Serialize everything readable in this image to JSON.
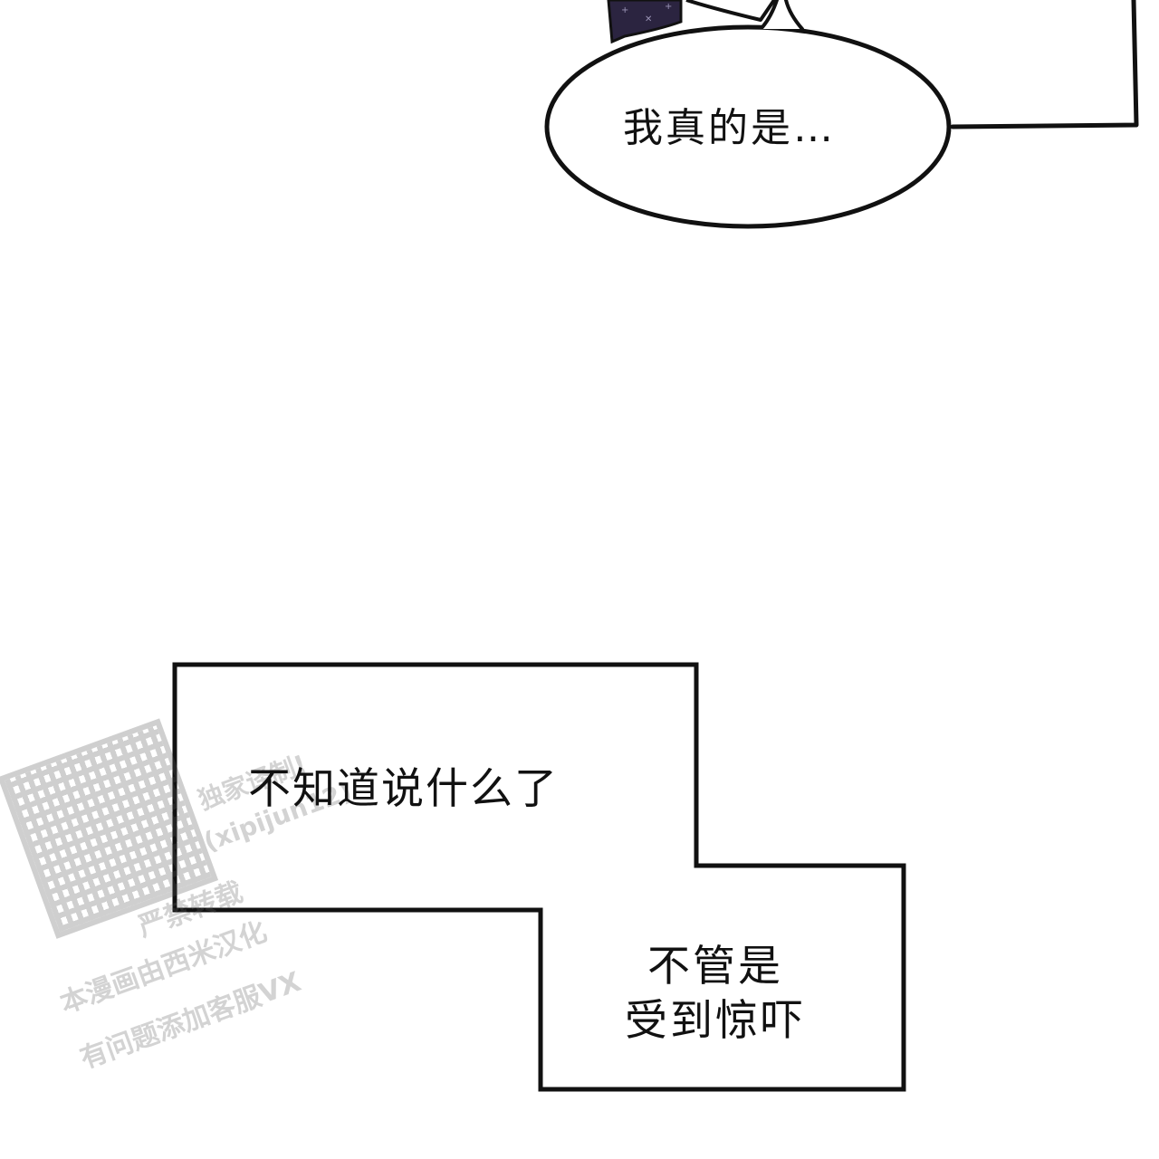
{
  "speech_bubble": {
    "text": "我真的是…"
  },
  "caption_box_1": {
    "text": "不知道说什么了"
  },
  "caption_box_2": {
    "line_1": "不管是",
    "line_2": "受到惊吓"
  },
  "watermark": {
    "line_1": "独家译制!",
    "line_2": "(xipijun12)",
    "line_3": "严禁转载",
    "line_4": "本漫画由西米汉化",
    "line_5": "有问题添加客服VX"
  },
  "colors": {
    "ink": "#111111",
    "paper": "#ffffff",
    "dark_fabric": "#2b2440",
    "watermark": "#666666"
  }
}
